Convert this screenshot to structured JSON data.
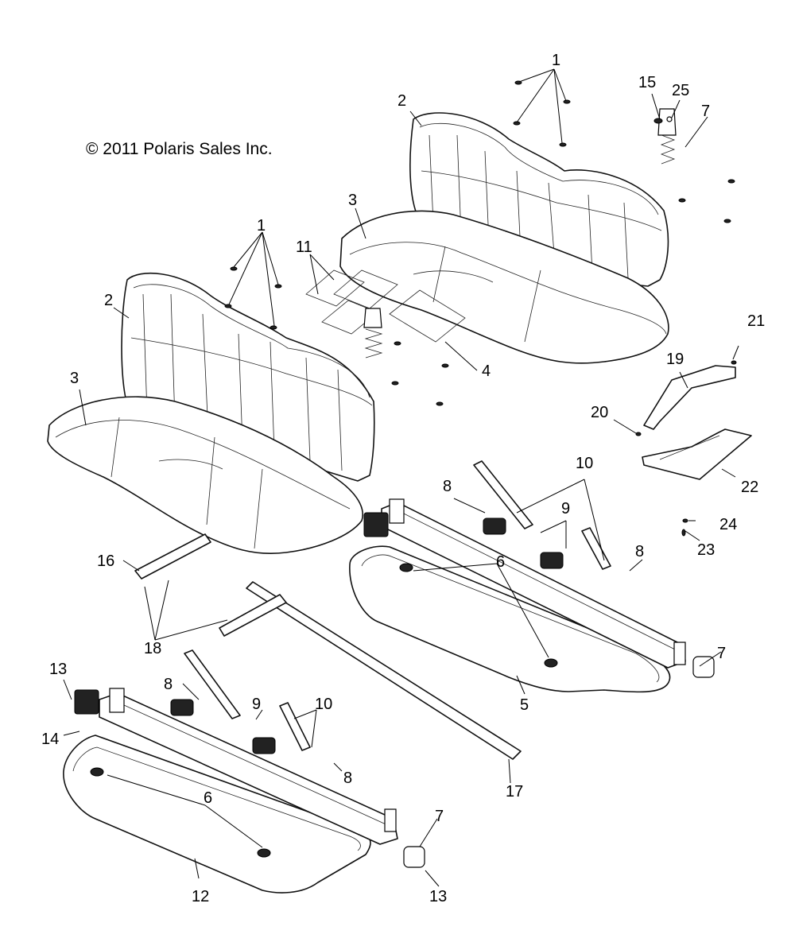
{
  "copyright": "© 2011 Polaris Sales Inc.",
  "callouts": [
    {
      "id": "c1a",
      "label": "1"
    },
    {
      "id": "c1b",
      "label": "1"
    },
    {
      "id": "c2a",
      "label": "2"
    },
    {
      "id": "c2b",
      "label": "2"
    },
    {
      "id": "c3a",
      "label": "3"
    },
    {
      "id": "c3b",
      "label": "3"
    },
    {
      "id": "c4",
      "label": "4"
    },
    {
      "id": "c5",
      "label": "5"
    },
    {
      "id": "c6a",
      "label": "6"
    },
    {
      "id": "c6b",
      "label": "6"
    },
    {
      "id": "c7a",
      "label": "7"
    },
    {
      "id": "c7b",
      "label": "7"
    },
    {
      "id": "c7c",
      "label": "7"
    },
    {
      "id": "c8a",
      "label": "8"
    },
    {
      "id": "c8b",
      "label": "8"
    },
    {
      "id": "c8c",
      "label": "8"
    },
    {
      "id": "c8d",
      "label": "8"
    },
    {
      "id": "c9a",
      "label": "9"
    },
    {
      "id": "c9b",
      "label": "9"
    },
    {
      "id": "c10a",
      "label": "10"
    },
    {
      "id": "c10b",
      "label": "10"
    },
    {
      "id": "c11",
      "label": "11"
    },
    {
      "id": "c12",
      "label": "12"
    },
    {
      "id": "c13a",
      "label": "13"
    },
    {
      "id": "c13b",
      "label": "13"
    },
    {
      "id": "c14",
      "label": "14"
    },
    {
      "id": "c15",
      "label": "15"
    },
    {
      "id": "c16",
      "label": "16"
    },
    {
      "id": "c17",
      "label": "17"
    },
    {
      "id": "c18",
      "label": "18"
    },
    {
      "id": "c19",
      "label": "19"
    },
    {
      "id": "c20",
      "label": "20"
    },
    {
      "id": "c21",
      "label": "21"
    },
    {
      "id": "c22",
      "label": "22"
    },
    {
      "id": "c23",
      "label": "23"
    },
    {
      "id": "c24",
      "label": "24"
    },
    {
      "id": "c25",
      "label": "25"
    }
  ]
}
